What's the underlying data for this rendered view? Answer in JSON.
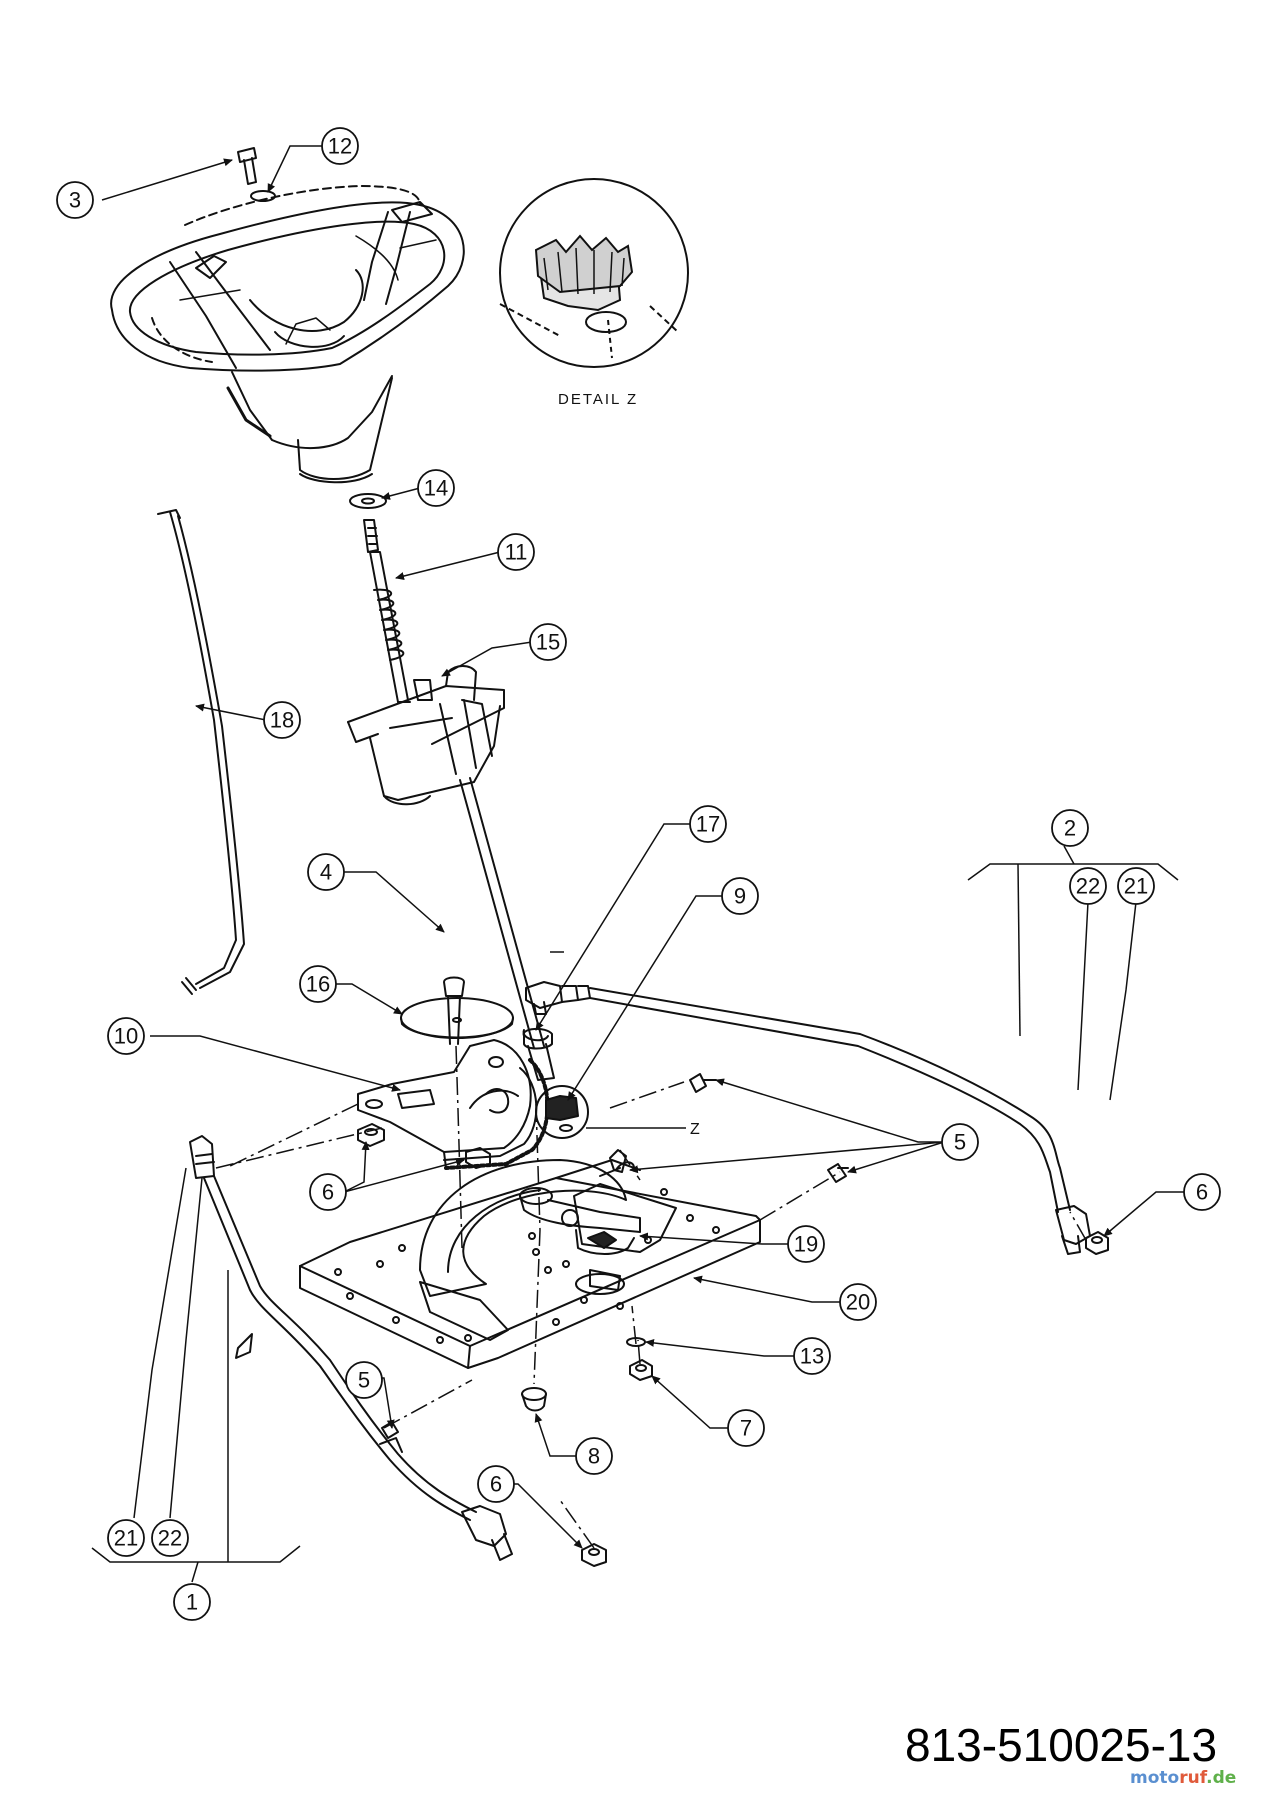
{
  "detail": {
    "label": "DETAIL Z",
    "marker": "Z"
  },
  "callouts": {
    "c1": "1",
    "c2": "2",
    "c3": "3",
    "c4": "4",
    "c5a": "5",
    "c5b": "5",
    "c6a": "6",
    "c6b": "6",
    "c6c": "6",
    "c7": "7",
    "c8": "8",
    "c9": "9",
    "c10": "10",
    "c11": "11",
    "c12": "12",
    "c13": "13",
    "c14": "14",
    "c15": "15",
    "c16": "16",
    "c17": "17",
    "c18": "18",
    "c19": "19",
    "c20": "20",
    "c21a": "21",
    "c21b": "21",
    "c22a": "22",
    "c22b": "22"
  },
  "document_number": "813-510025-13",
  "watermark": "motoruf.de"
}
